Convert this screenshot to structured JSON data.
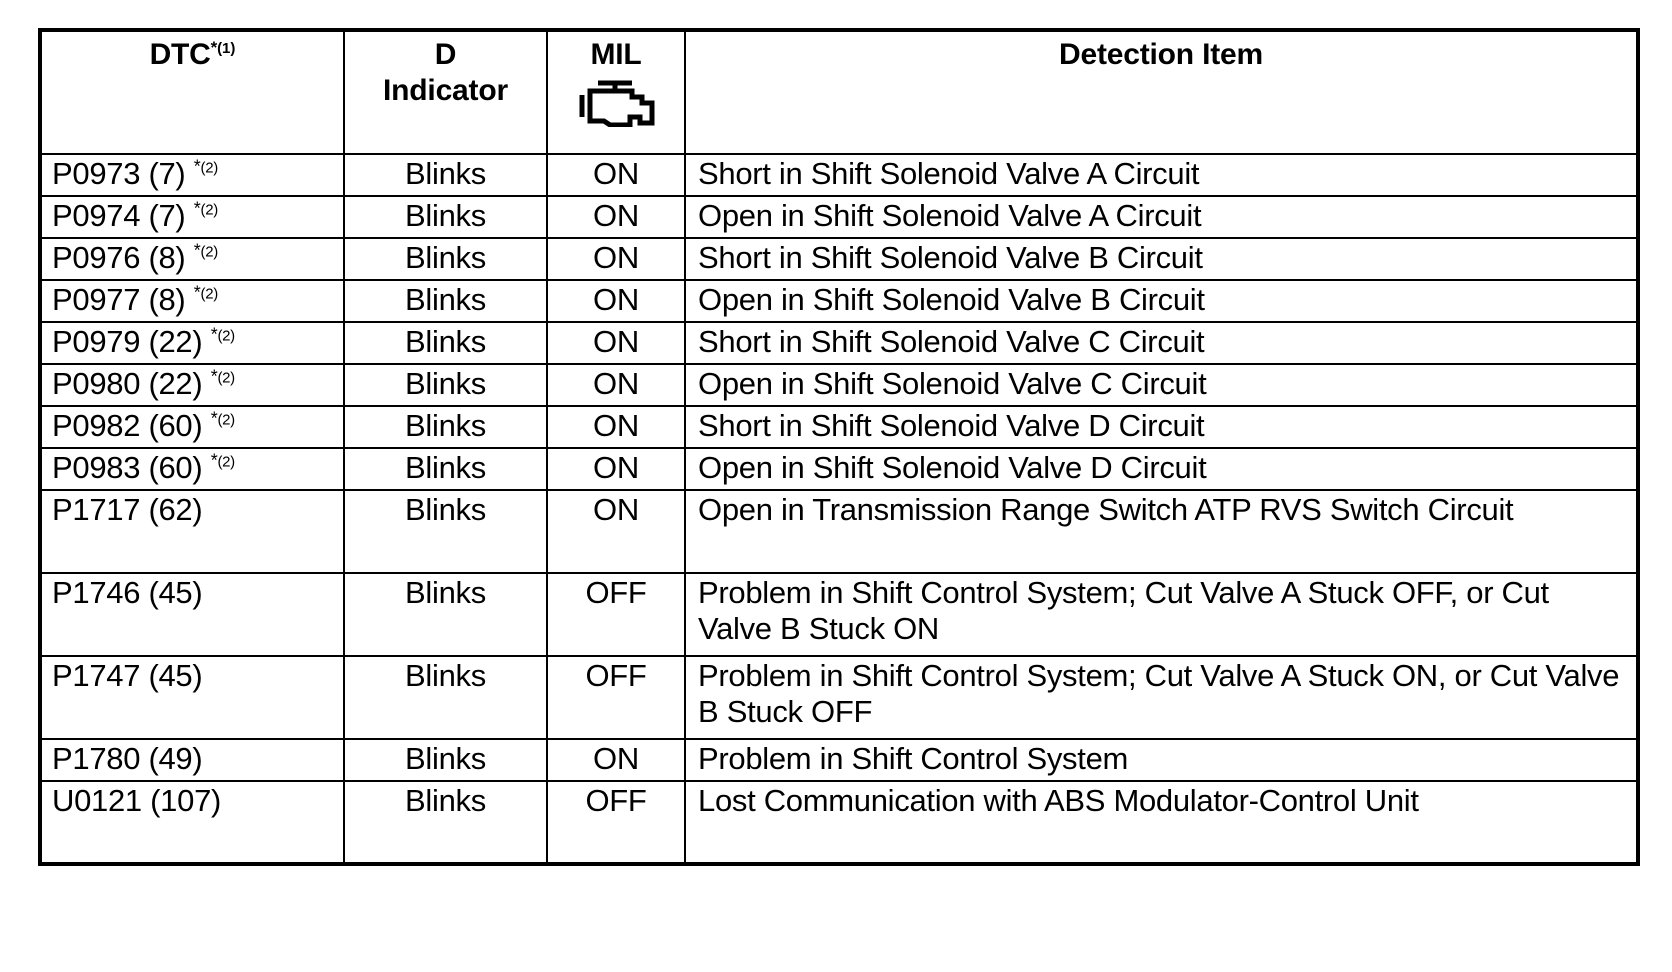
{
  "table": {
    "columns": [
      {
        "key": "dtc",
        "label": "DTC",
        "footnote_star": "*",
        "footnote_ref": "(1)"
      },
      {
        "key": "indicator",
        "label_line1": "D",
        "label_line2": "Indicator"
      },
      {
        "key": "mil",
        "label": "MIL",
        "icon": "check-engine-icon"
      },
      {
        "key": "detection",
        "label": "Detection Item"
      }
    ],
    "rows": [
      {
        "dtc": "P0973 (7)",
        "dtc_star": "*",
        "dtc_footnote": "(2)",
        "indicator": "Blinks",
        "mil": "ON",
        "detection": "Short in Shift Solenoid Valve A Circuit",
        "lines": 1
      },
      {
        "dtc": "P0974 (7)",
        "dtc_star": "*",
        "dtc_footnote": "(2)",
        "indicator": "Blinks",
        "mil": "ON",
        "detection": "Open in Shift Solenoid Valve A Circuit",
        "lines": 1
      },
      {
        "dtc": "P0976 (8)",
        "dtc_star": "*",
        "dtc_footnote": "(2)",
        "indicator": "Blinks",
        "mil": "ON",
        "detection": "Short in Shift Solenoid Valve B Circuit",
        "lines": 1
      },
      {
        "dtc": "P0977 (8)",
        "dtc_star": "*",
        "dtc_footnote": "(2)",
        "indicator": "Blinks",
        "mil": "ON",
        "detection": "Open in Shift Solenoid Valve B Circuit",
        "lines": 1
      },
      {
        "dtc": "P0979 (22)",
        "dtc_star": "*",
        "dtc_footnote": "(2)",
        "indicator": "Blinks",
        "mil": "ON",
        "detection": "Short in Shift Solenoid Valve C Circuit",
        "lines": 1
      },
      {
        "dtc": "P0980 (22)",
        "dtc_star": "*",
        "dtc_footnote": "(2)",
        "indicator": "Blinks",
        "mil": "ON",
        "detection": "Open in Shift Solenoid Valve C Circuit",
        "lines": 1
      },
      {
        "dtc": "P0982 (60)",
        "dtc_star": "*",
        "dtc_footnote": "(2)",
        "indicator": "Blinks",
        "mil": "ON",
        "detection": "Short in Shift Solenoid Valve D Circuit",
        "lines": 1
      },
      {
        "dtc": "P0983 (60)",
        "dtc_star": "*",
        "dtc_footnote": "(2)",
        "indicator": "Blinks",
        "mil": "ON",
        "detection": "Open in Shift Solenoid Valve D Circuit",
        "lines": 1
      },
      {
        "dtc": "P1717 (62)",
        "dtc_star": "",
        "dtc_footnote": "",
        "indicator": "Blinks",
        "mil": "ON",
        "detection": "Open in Transmission Range Switch ATP RVS Switch Circuit",
        "lines": 2
      },
      {
        "dtc": "P1746 (45)",
        "dtc_star": "",
        "dtc_footnote": "",
        "indicator": "Blinks",
        "mil": "OFF",
        "detection": "Problem in Shift Control System; Cut Valve A Stuck OFF, or Cut Valve B Stuck ON",
        "lines": 2
      },
      {
        "dtc": "P1747 (45)",
        "dtc_star": "",
        "dtc_footnote": "",
        "indicator": "Blinks",
        "mil": "OFF",
        "detection": "Problem in Shift Control System; Cut Valve A Stuck ON, or Cut Valve B Stuck OFF",
        "lines": 2
      },
      {
        "dtc": "P1780 (49)",
        "dtc_star": "",
        "dtc_footnote": "",
        "indicator": "Blinks",
        "mil": "ON",
        "detection": "Problem in Shift Control System",
        "lines": 1
      },
      {
        "dtc": "U0121 (107)",
        "dtc_star": "",
        "dtc_footnote": "",
        "indicator": "Blinks",
        "mil": "OFF",
        "detection": "Lost Communication with ABS Modulator-Control Unit",
        "lines": 2
      }
    ]
  },
  "colors": {
    "ink": "#000000",
    "paper": "#ffffff"
  }
}
